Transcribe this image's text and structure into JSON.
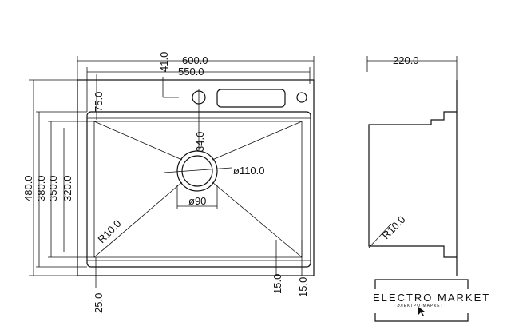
{
  "front_view": {
    "width_overall": "600.0",
    "width_inner": "550.0",
    "tap_offset": "41.0",
    "top_margin": "75.0",
    "drain_offset": "34.0",
    "drain_outer": "ø110.0",
    "drain_inner": "ø90",
    "height_overall": "480.0",
    "height_380": "380.0",
    "height_350": "350.0",
    "height_320": "320.0",
    "corner_radius": "R10.0",
    "bottom_margin": "25.0",
    "bottom_15a": "15.0",
    "bottom_15b": "15.0"
  },
  "side_view": {
    "depth": "220.0",
    "corner_radius": "R10.0"
  },
  "logo": {
    "name": "ELECTRO MARKET",
    "tagline": "ЭЛЕКТРО МАРКЕТ"
  }
}
